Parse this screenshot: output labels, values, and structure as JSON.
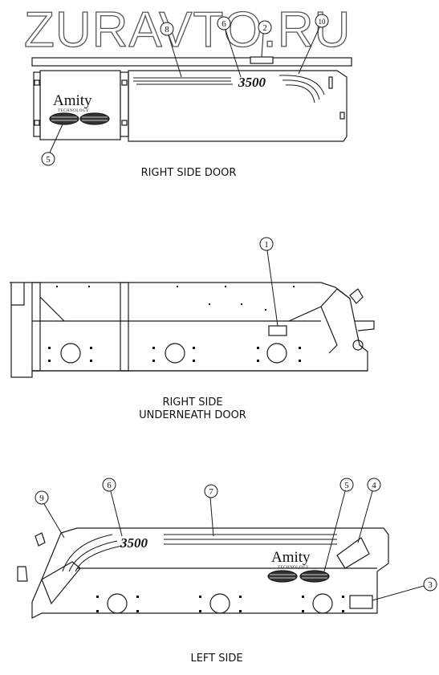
{
  "watermark": "ZURAVTO.RU",
  "captions": {
    "right_side_door": "RIGHT SIDE DOOR",
    "right_side_underneath_1": "RIGHT SIDE",
    "right_side_underneath_2": "UNDERNEATH DOOR",
    "left_side": "LEFT SIDE"
  },
  "decals": {
    "model": "3500",
    "brand": "Amity",
    "brand_sub": "TECHNOLOGY"
  },
  "callouts": {
    "door": [
      "8",
      "6",
      "2",
      "10",
      "5"
    ],
    "underneath": [
      "1"
    ],
    "left": [
      "9",
      "6",
      "7",
      "5",
      "4",
      "3"
    ]
  },
  "colors": {
    "line": "#1a1a1a",
    "background": "#ffffff"
  }
}
